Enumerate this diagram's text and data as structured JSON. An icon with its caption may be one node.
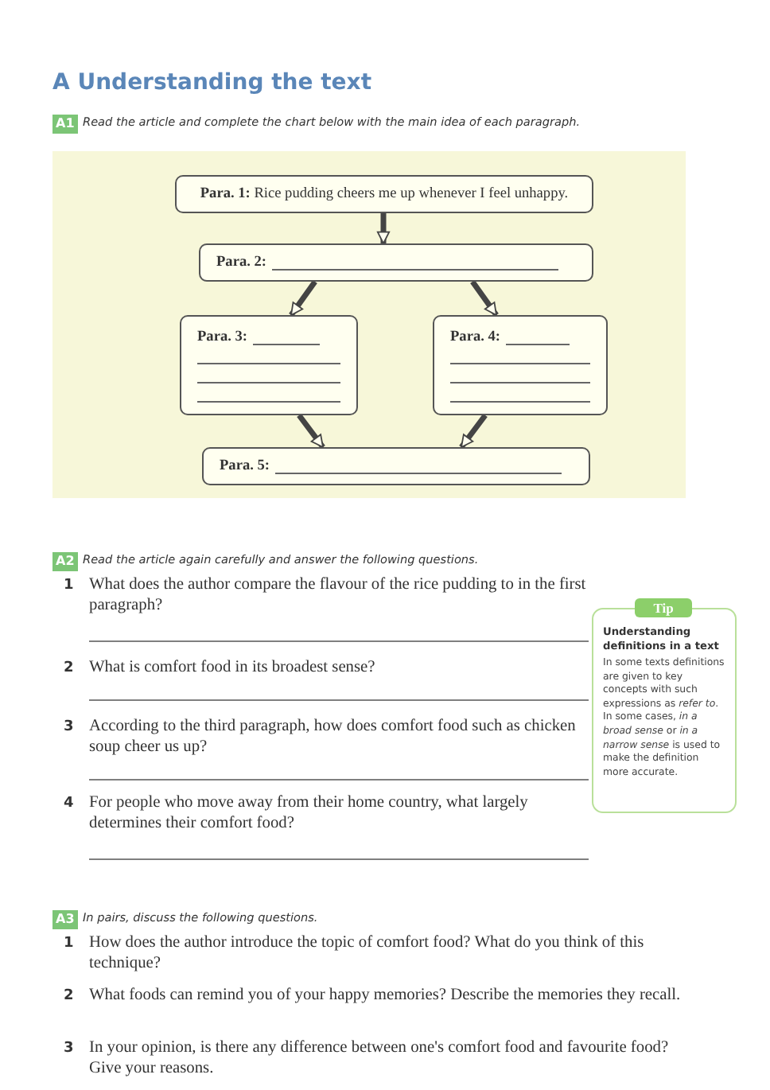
{
  "diagram": {
    "title": "A Understanding the text",
    "nodes": [
      {
        "text": [
          "**Para. 1:** Rice pudding cheers me up whenever I feel unhappy."
        ]
      },
      {
        "text": [
          "Para. 2:"
        ]
      },
      {
        "text": [
          "Para. 3:"
        ]
      },
      {
        "text": [
          "Para. 4:"
        ]
      },
      {
        "text": [
          "Para. 5:"
        ]
      },
      {
        "text": [
          "Tip",
          "Understanding definitions in a text",
          "In some texts definitions are given to key concepts with such expressions as *refer to*. In some cases, *in a broad sense* or *in a narrow sense* is used to make the definition more accurate."
        ]
      }
    ],
    "edges": [
      {
        "from": 0,
        "to": 1,
        "arrow": "to"
      },
      {
        "from": 1,
        "to": 2,
        "arrow": "to"
      },
      {
        "from": 1,
        "to": 3,
        "arrow": "to"
      },
      {
        "from": 2,
        "to": 4,
        "arrow": "to"
      },
      {
        "from": 3,
        "to": 4,
        "arrow": "to"
      }
    ],
    "labels": [
      "A1",
      "Read the article and complete the chart below with the main idea of each paragraph.",
      "A2",
      "Read the article again carefully and answer the following questions.",
      "1",
      "What does the author compare the flavour of the rice pudding to in the first paragraph?",
      "2",
      "What is comfort food in its broadest sense?",
      "3",
      "According to the third paragraph, how does comfort food such as chicken soup cheer us up?",
      "4",
      "For people who move away from their home country, what largely determines their comfort food?",
      "A3",
      "In pairs, discuss the following questions.",
      "1",
      "How does the author introduce the topic of comfort food? What do you think of this technique?",
      "2",
      "What foods can remind you of your happy memories? Describe the memories they recall.",
      "3",
      "In your opinion, is there any difference between one's comfort food and favourite food? Give your reasons."
    ]
  }
}
